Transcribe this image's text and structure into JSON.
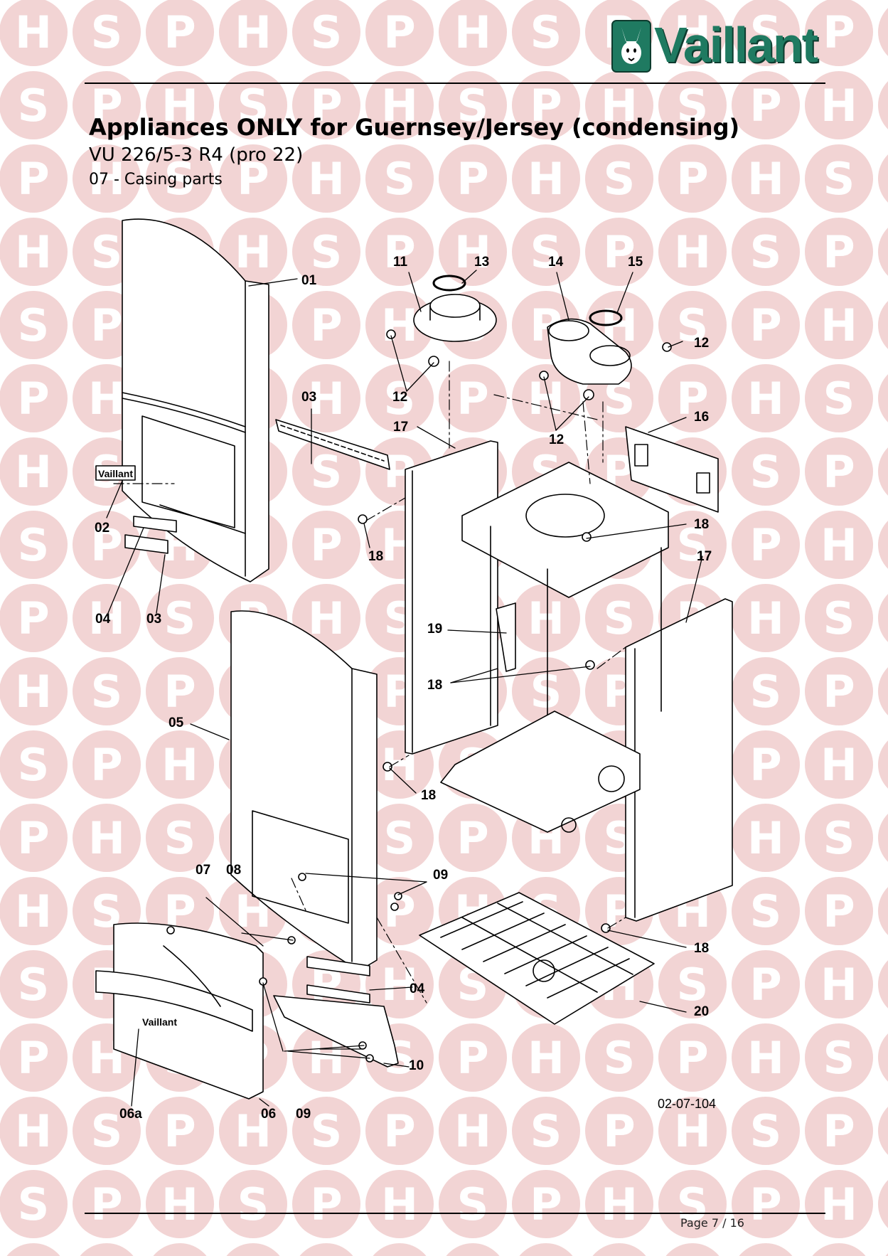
{
  "header": {
    "brand": "Vaillant",
    "title": "Appliances ONLY for Guernsey/Jersey (condensing)",
    "model": "VU 226/5-3 R4 (pro 22)",
    "section": "07 - Casing parts"
  },
  "watermark": {
    "letters": [
      "H",
      "S",
      "P"
    ],
    "color": "#f2d4d4"
  },
  "diagram": {
    "drawing_ref": "02-07-104",
    "callouts": [
      {
        "id": "c01",
        "label": "01"
      },
      {
        "id": "c02",
        "label": "02"
      },
      {
        "id": "c03a",
        "label": "03"
      },
      {
        "id": "c03b",
        "label": "03"
      },
      {
        "id": "c04a",
        "label": "04"
      },
      {
        "id": "c04b",
        "label": "04"
      },
      {
        "id": "c05",
        "label": "05"
      },
      {
        "id": "c06",
        "label": "06"
      },
      {
        "id": "c06a",
        "label": "06a"
      },
      {
        "id": "c07",
        "label": "07"
      },
      {
        "id": "c08",
        "label": "08"
      },
      {
        "id": "c09a",
        "label": "09"
      },
      {
        "id": "c09b",
        "label": "09"
      },
      {
        "id": "c10",
        "label": "10"
      },
      {
        "id": "c11",
        "label": "11"
      },
      {
        "id": "c12a",
        "label": "12"
      },
      {
        "id": "c12b",
        "label": "12"
      },
      {
        "id": "c12c",
        "label": "12"
      },
      {
        "id": "c13",
        "label": "13"
      },
      {
        "id": "c14",
        "label": "14"
      },
      {
        "id": "c15",
        "label": "15"
      },
      {
        "id": "c16",
        "label": "16"
      },
      {
        "id": "c17a",
        "label": "17"
      },
      {
        "id": "c17b",
        "label": "17"
      },
      {
        "id": "c18a",
        "label": "18"
      },
      {
        "id": "c18b",
        "label": "18"
      },
      {
        "id": "c18c",
        "label": "18"
      },
      {
        "id": "c18d",
        "label": "18"
      },
      {
        "id": "c18e",
        "label": "18"
      },
      {
        "id": "c19",
        "label": "19"
      },
      {
        "id": "c20",
        "label": "20"
      }
    ]
  },
  "footer": {
    "page": "Page 7 / 16"
  }
}
